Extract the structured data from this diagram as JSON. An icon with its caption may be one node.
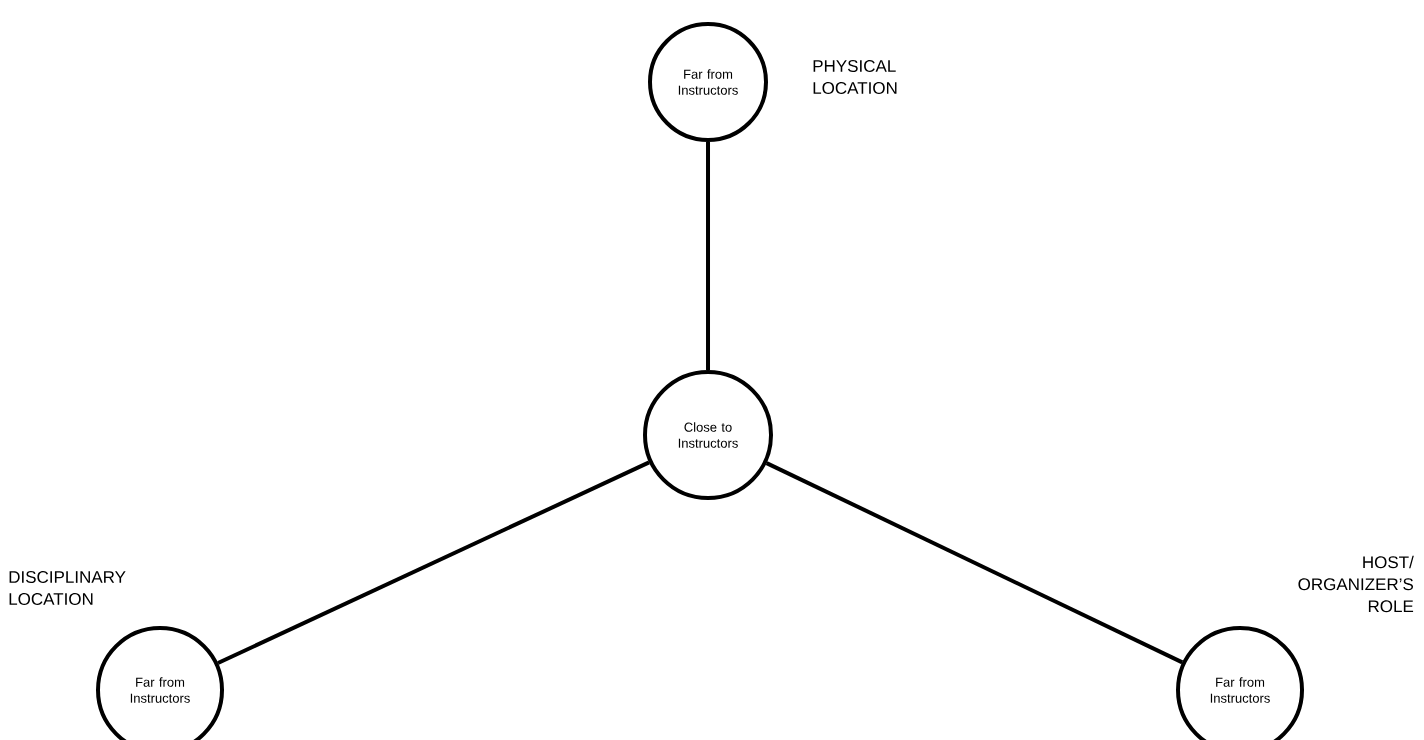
{
  "diagram": {
    "nodes": [
      {
        "text": [
          "Far from Instructors"
        ],
        "beside": [
          "PHYSICAL LOCATION"
        ]
      },
      {
        "text": [
          "Close to Instructors"
        ]
      },
      {
        "text": [
          "Far from Instructors"
        ],
        "beside": [
          "DISCIPLINARY LOCATION"
        ]
      },
      {
        "text": [
          "Far from Instructors"
        ],
        "beside": [
          "HOST/ ORGANIZER’S ROLE"
        ]
      }
    ],
    "edges": [
      {
        "from": 1,
        "to": 0,
        "arrow": "none"
      },
      {
        "from": 1,
        "to": 2,
        "arrow": "none"
      },
      {
        "from": 1,
        "to": 3,
        "arrow": "none"
      }
    ]
  }
}
